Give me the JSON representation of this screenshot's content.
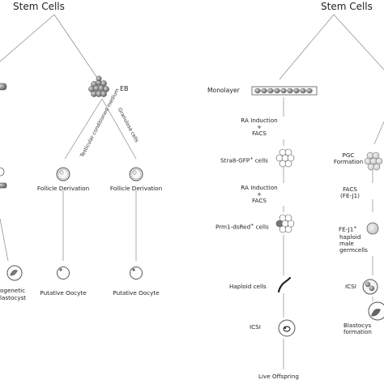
{
  "headers": {
    "left": "Stem Cells",
    "right": "Stem Cells"
  },
  "left_panel": {
    "eb": "EB",
    "branch_testicular": "Testicular conditioned medium",
    "branch_granulosa": "Granulosa cells",
    "follicle_1": "Follicle Derivation",
    "follicle_2": "Follicle Derivation",
    "oocyte_1": "Putative Oocyte",
    "oocyte_2": "Putative Oocyte",
    "partial_line1": "ogenetic",
    "partial_line2": "lastocyst"
  },
  "right_panel": {
    "monolayer": "Monolayer",
    "ra_induction_1": "RA Induction",
    "plus_1": "+",
    "facs_1": "FACS",
    "stra8": "Stra8-GFP",
    "stra8_sup": "+",
    "stra8_suffix": " cells",
    "ra_induction_2": "RA Induction",
    "plus_2": "+",
    "facs_2": "FACS",
    "prm1": "Prm1-dsRed",
    "prm1_sup": "+",
    "prm1_suffix": " cells",
    "haploid_cells": "Haploid cells",
    "icsi": "ICSI",
    "live_offspring": "Live Offspring",
    "pgc": "PGC",
    "pgc_formation": "Formation",
    "facs_fe": "FACS",
    "fe_j1_paren": "(FE-J1)",
    "fe_j1": "FE-J1",
    "fe_j1_sup": "+",
    "haploid_male_1": "haploid",
    "haploid_male_2": "male",
    "haploid_male_3": "germcells",
    "icsi_2": "ICSI",
    "blastocyst_1": "Blastocys",
    "blastocyst_2": "formation"
  }
}
